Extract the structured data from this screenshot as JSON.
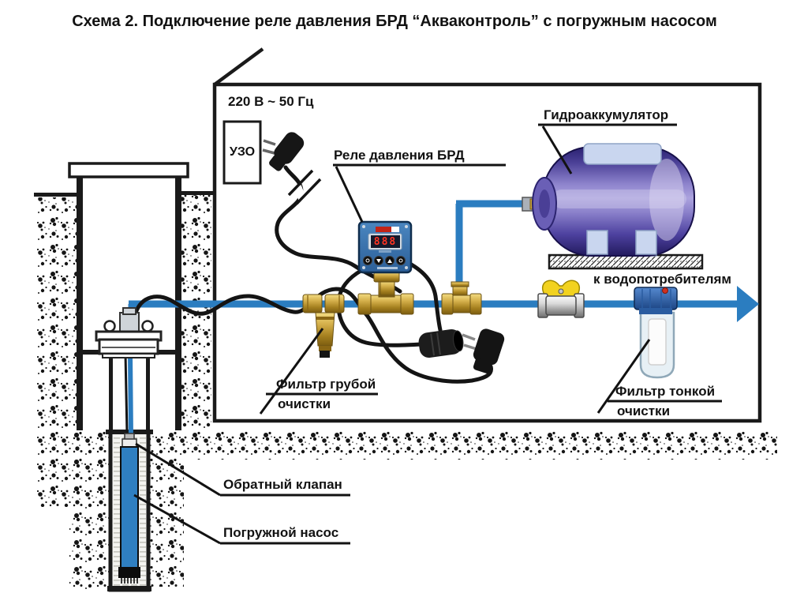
{
  "title": "Схема 2. Подключение реле давления БРД “Акваконтроль” с погружным насосом",
  "labels": {
    "power": "220 В ~ 50 Гц",
    "uzo": "УЗО",
    "relay": "Реле давления БРД",
    "accumulator": "Гидроаккумулятор",
    "consumers": "к водопотребителям",
    "coarse_filter_line1": "Фильтр грубой",
    "coarse_filter_line2": "очистки",
    "fine_filter_line1": "Фильтр тонкой",
    "fine_filter_line2": "очистки",
    "check_valve": "Обратный клапан",
    "pump": "Погружной насос"
  },
  "relay_device": {
    "display_value": "888"
  },
  "colors": {
    "pipe_blue": "#2b7dc0",
    "cable_black": "#141414",
    "brass": "#c19a33",
    "tank_purple": "#5a4fae",
    "valve_handle_yellow": "#f2d21f",
    "relay_blue": "#3874b4"
  }
}
